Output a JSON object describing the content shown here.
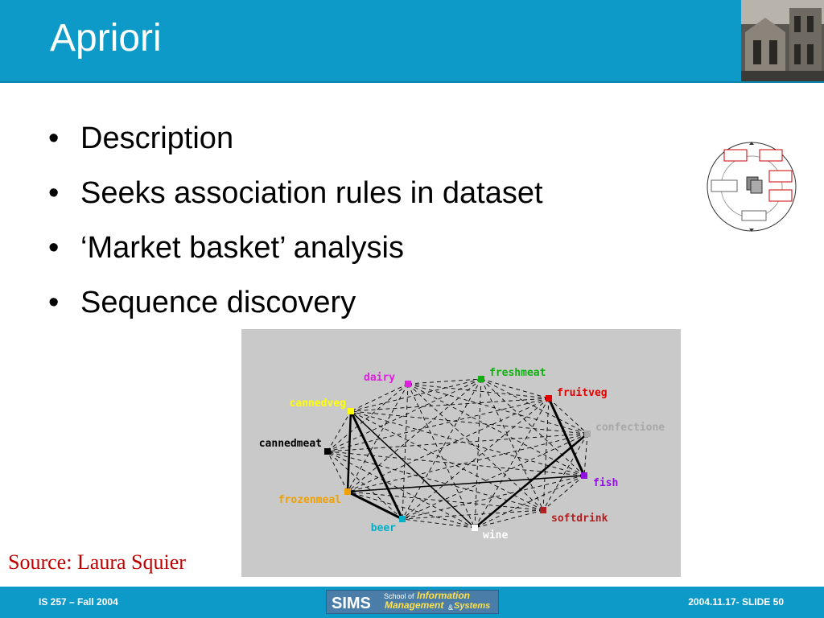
{
  "slide": {
    "title": "Apriori"
  },
  "bullets": [
    "Description",
    "Seeks association rules in dataset",
    "‘Market basket’ analysis",
    "Sequence discovery"
  ],
  "graph": {
    "nodes": [
      {
        "label": "dairy",
        "color": "#e020e0"
      },
      {
        "label": "freshmeat",
        "color": "#10b010"
      },
      {
        "label": "fruitveg",
        "color": "#e00000"
      },
      {
        "label": "confectione",
        "color": "#a8a8a8"
      },
      {
        "label": "fish",
        "color": "#9010e0"
      },
      {
        "label": "softdrink",
        "color": "#b02020"
      },
      {
        "label": "wine",
        "color": "#ffffff"
      },
      {
        "label": "beer",
        "color": "#00b0c8"
      },
      {
        "label": "frozenmeal",
        "color": "#f0a000"
      },
      {
        "label": "cannedmeat",
        "color": "#000000"
      },
      {
        "label": "cannedveg",
        "color": "#ffff00"
      }
    ]
  },
  "source": "Source: Laura Squier",
  "footer": {
    "course": "IS 257 – Fall 2004",
    "slide_ref": "2004.11.17- SLIDE 50",
    "logo": {
      "sims": "SIMS",
      "school_of": "School of",
      "information": "Information",
      "management": "Management",
      "amp": "&",
      "systems": "Systems"
    }
  }
}
